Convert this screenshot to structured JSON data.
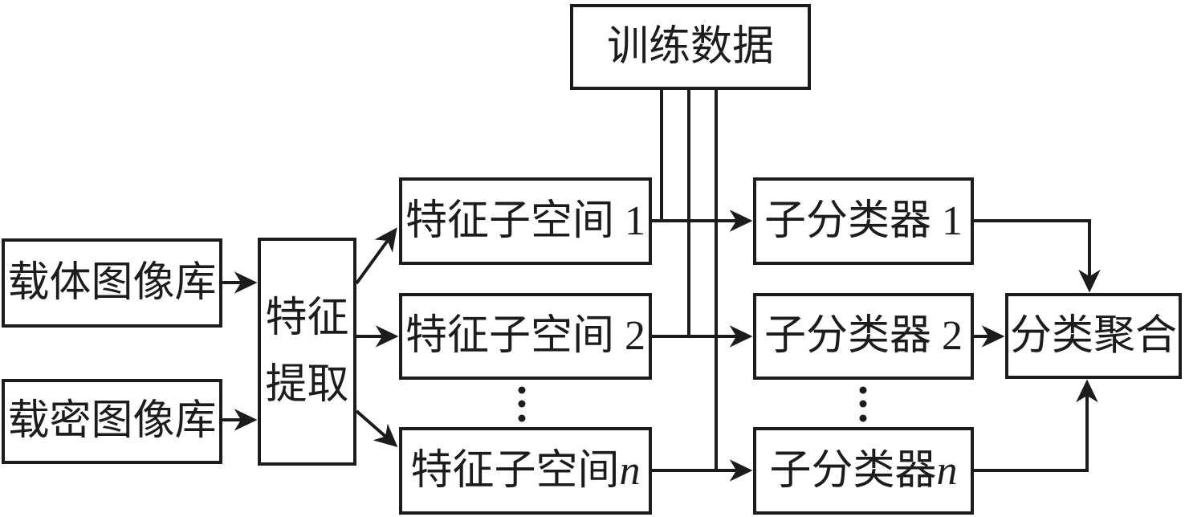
{
  "diagram": {
    "title_semantic": "ensemble-classifier-steganalysis-flow",
    "colors": {
      "line": "#1c1c1c",
      "text": "#1c1c1c",
      "background": "#ffffff"
    },
    "boxes": {
      "training": {
        "label": "训练数据"
      },
      "cover": {
        "label": "载体图像库"
      },
      "stego": {
        "label": "载密图像库"
      },
      "feature": {
        "line1": "特征",
        "line2": "提取"
      },
      "subspace1": {
        "label": "特征子空间 1"
      },
      "subspace2": {
        "label": "特征子空间 2"
      },
      "subspaceN": {
        "label": "特征子空间 ",
        "var": "n"
      },
      "classifier1": {
        "label": "子分类器 1"
      },
      "classifier2": {
        "label": "子分类器 2"
      },
      "classifierN": {
        "label": "子分类器 ",
        "var": "n"
      },
      "aggregation": {
        "label": "分类聚合"
      }
    },
    "ellipsis": "⋮",
    "connections": [
      "载体图像库 → 特征提取",
      "载密图像库 → 特征提取",
      "特征提取 → 特征子空间 1",
      "特征提取 → 特征子空间 2",
      "特征提取 → 特征子空间 n",
      "训练数据 → 子分类器 1",
      "训练数据 → 子分类器 2",
      "训练数据 → 子分类器 n",
      "特征子空间 1 → 子分类器 1",
      "特征子空间 2 → 子分类器 2",
      "特征子空间 n → 子分类器 n",
      "子分类器 1 → 分类聚合",
      "子分类器 2 → 分类聚合",
      "子分类器 n → 分类聚合"
    ]
  }
}
